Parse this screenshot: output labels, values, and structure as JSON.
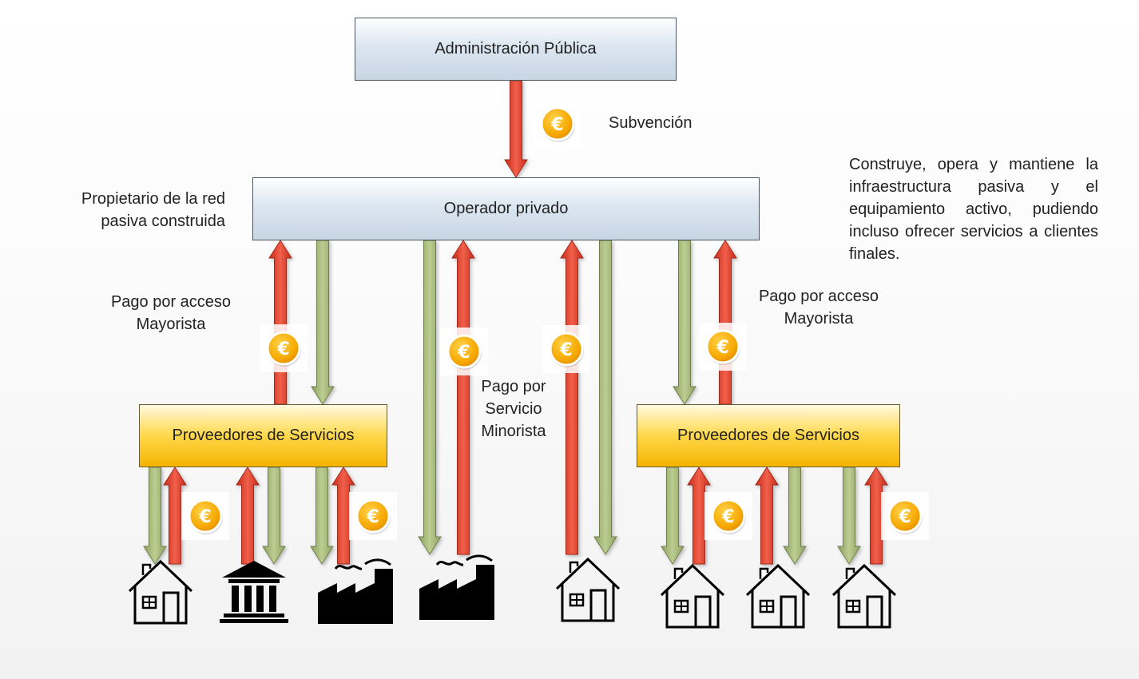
{
  "nodes": {
    "administracion": "Administración Pública",
    "operador": "Operador privado",
    "proveedores_left": "Proveedores de Servicios",
    "proveedores_right": "Proveedores de Servicios"
  },
  "labels": {
    "subvencion": "Subvención",
    "propietario_line1": "Propietario de la red",
    "propietario_line2": "pasiva construida",
    "construye": "Construye, opera y mantiene la infraestructura pasiva y el equipamiento activo, pudiendo incluso ofrecer servicios a clientes finales.",
    "pago_mayorista_left_line1": "Pago por acceso",
    "pago_mayorista_left_line2": "Mayorista",
    "pago_mayorista_right_line1": "Pago por acceso",
    "pago_mayorista_right_line2": "Mayorista",
    "pago_minorista_line1": "Pago por",
    "pago_minorista_line2": "Servicio",
    "pago_minorista_line3": "Minorista"
  },
  "coin_symbol": "€",
  "colors": {
    "payment_arrow": "#e0402a",
    "service_arrow": "#a4b878",
    "coin": "#f6a800",
    "box_blue": "#d5e1ed",
    "box_yellow": "#ffcc22"
  },
  "icons": [
    "house-icon",
    "bank-icon",
    "factory-icon",
    "factory-icon",
    "house-icon",
    "house-icon",
    "house-icon",
    "house-icon"
  ]
}
